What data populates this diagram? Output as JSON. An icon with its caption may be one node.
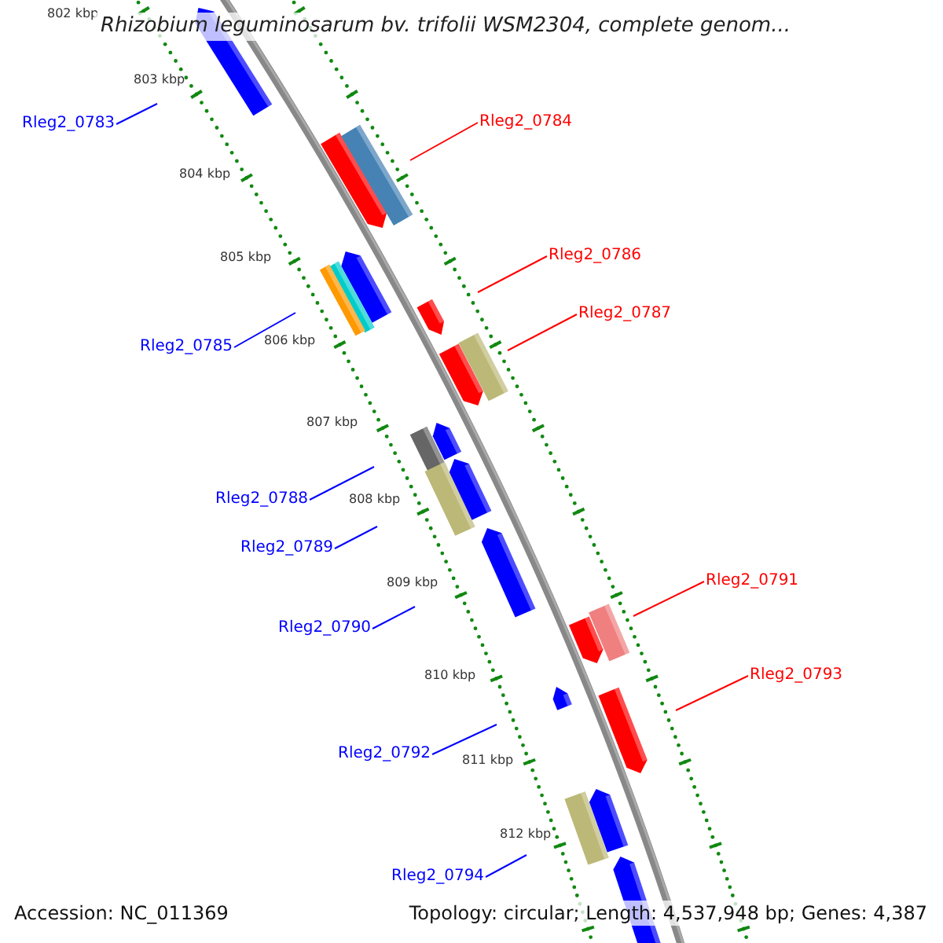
{
  "diagram": {
    "title": "Rhizobium leguminosarum bv. trifolii WSM2304, complete genom...",
    "nodes": [
      {
        "text": [
          "Rleg2_0783"
        ]
      },
      {
        "text": [
          "Rleg2_0784"
        ]
      },
      {
        "text": [
          "Rleg2_0786"
        ]
      },
      {
        "text": [
          "Rleg2_0787"
        ]
      },
      {
        "text": [
          "Rleg2_0785"
        ]
      },
      {
        "text": [
          "Rleg2_0788"
        ]
      },
      {
        "text": [
          "Rleg2_0789"
        ]
      },
      {
        "text": [
          "Rleg2_0791"
        ]
      },
      {
        "text": [
          "Rleg2_0790"
        ]
      },
      {
        "text": [
          "Rleg2_0793"
        ]
      },
      {
        "text": [
          "Rleg2_0792"
        ]
      },
      {
        "text": [
          "Rleg2_0794"
        ]
      }
    ],
    "edges": [
      {
        "from": 0,
        "to": null,
        "arrow": "none"
      },
      {
        "from": 1,
        "to": null,
        "arrow": "none",
        "color": "#ff0000"
      },
      {
        "from": 2,
        "to": null,
        "arrow": "none",
        "color": "#ff0000"
      },
      {
        "from": 3,
        "to": null,
        "arrow": "none",
        "color": "#ff0000"
      },
      {
        "from": 4,
        "to": null,
        "arrow": "none"
      },
      {
        "from": 5,
        "to": null,
        "arrow": "none"
      },
      {
        "from": 6,
        "to": null,
        "arrow": "none"
      },
      {
        "from": 7,
        "to": null,
        "arrow": "none",
        "color": "#ff0000"
      },
      {
        "from": 8,
        "to": null,
        "arrow": "none"
      },
      {
        "from": 9,
        "to": null,
        "arrow": "none",
        "color": "#ff0000"
      },
      {
        "from": 10,
        "to": null,
        "arrow": "none"
      },
      {
        "from": 11,
        "to": null,
        "arrow": "none"
      }
    ],
    "labels": [
      "802 kbp",
      "803 kbp",
      "804 kbp",
      "805 kbp",
      "806 kbp",
      "807 kbp",
      "808 kbp",
      "809 kbp",
      "810 kbp",
      "811 kbp",
      "812 kbp",
      "Accession: NC_011369",
      "Topology: circular; Length: 4,537,948 bp; Genes: 4,387"
    ]
  }
}
